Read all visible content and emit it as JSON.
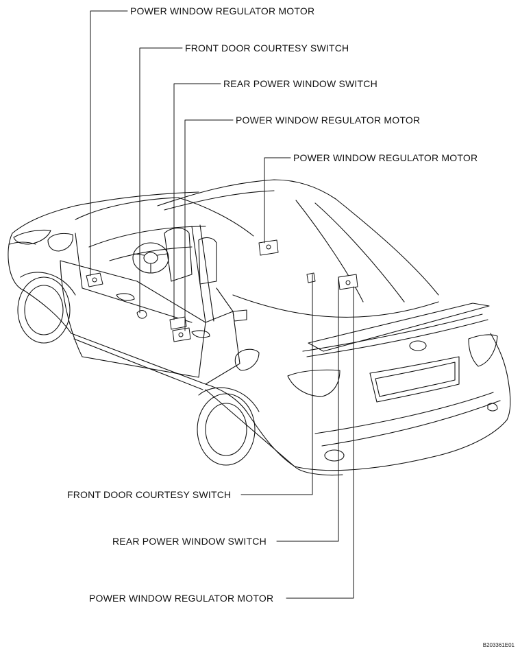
{
  "labels": {
    "top_1": "POWER WINDOW REGULATOR MOTOR",
    "top_2": "FRONT DOOR COURTESY SWITCH",
    "top_3": "REAR POWER WINDOW SWITCH",
    "top_4": "POWER WINDOW REGULATOR MOTOR",
    "top_5": "POWER WINDOW REGULATOR MOTOR",
    "bottom_1": "FRONT DOOR COURTESY SWITCH",
    "bottom_2": "REAR POWER WINDOW SWITCH",
    "bottom_3": "POWER WINDOW REGULATOR MOTOR"
  },
  "figure_code": "B203361E01",
  "colors": {
    "line": "#111111",
    "background": "#ffffff"
  }
}
